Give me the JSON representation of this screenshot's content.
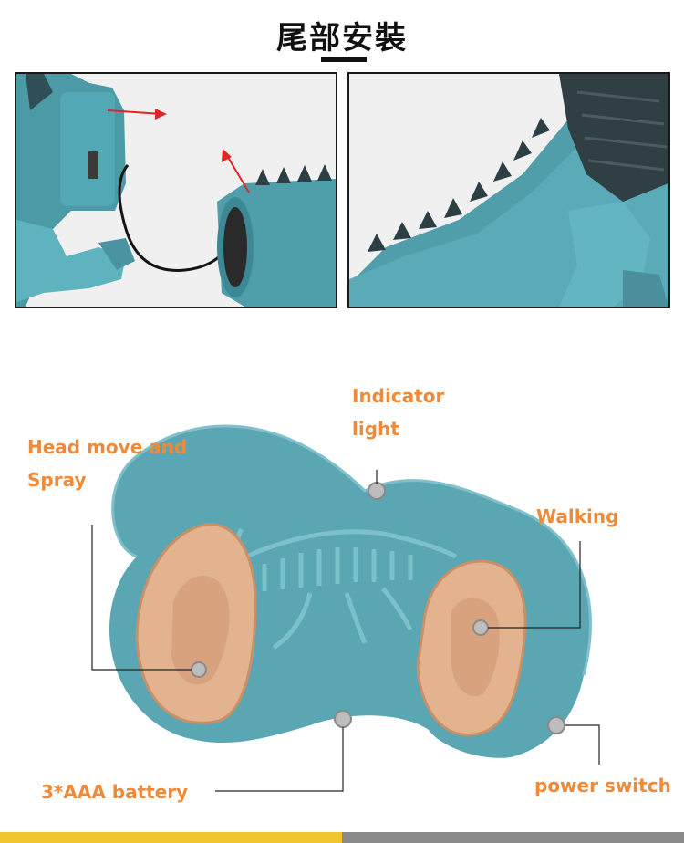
{
  "header": {
    "title": "尾部安裝"
  },
  "callouts": {
    "indicator_line1": "Indicator",
    "indicator_line2": "light",
    "head_line1": "Head move and",
    "head_line2": "Spray",
    "walking": "Walking",
    "battery": "3*AAA battery",
    "power": "power switch"
  },
  "colors": {
    "label": "#ee8b3a",
    "controller": "#5aa6b3",
    "dino_body": "#4e98a4",
    "button_skin": "#e3b38f",
    "arrow": "#e12424",
    "accent_bar": "#f2c530"
  }
}
